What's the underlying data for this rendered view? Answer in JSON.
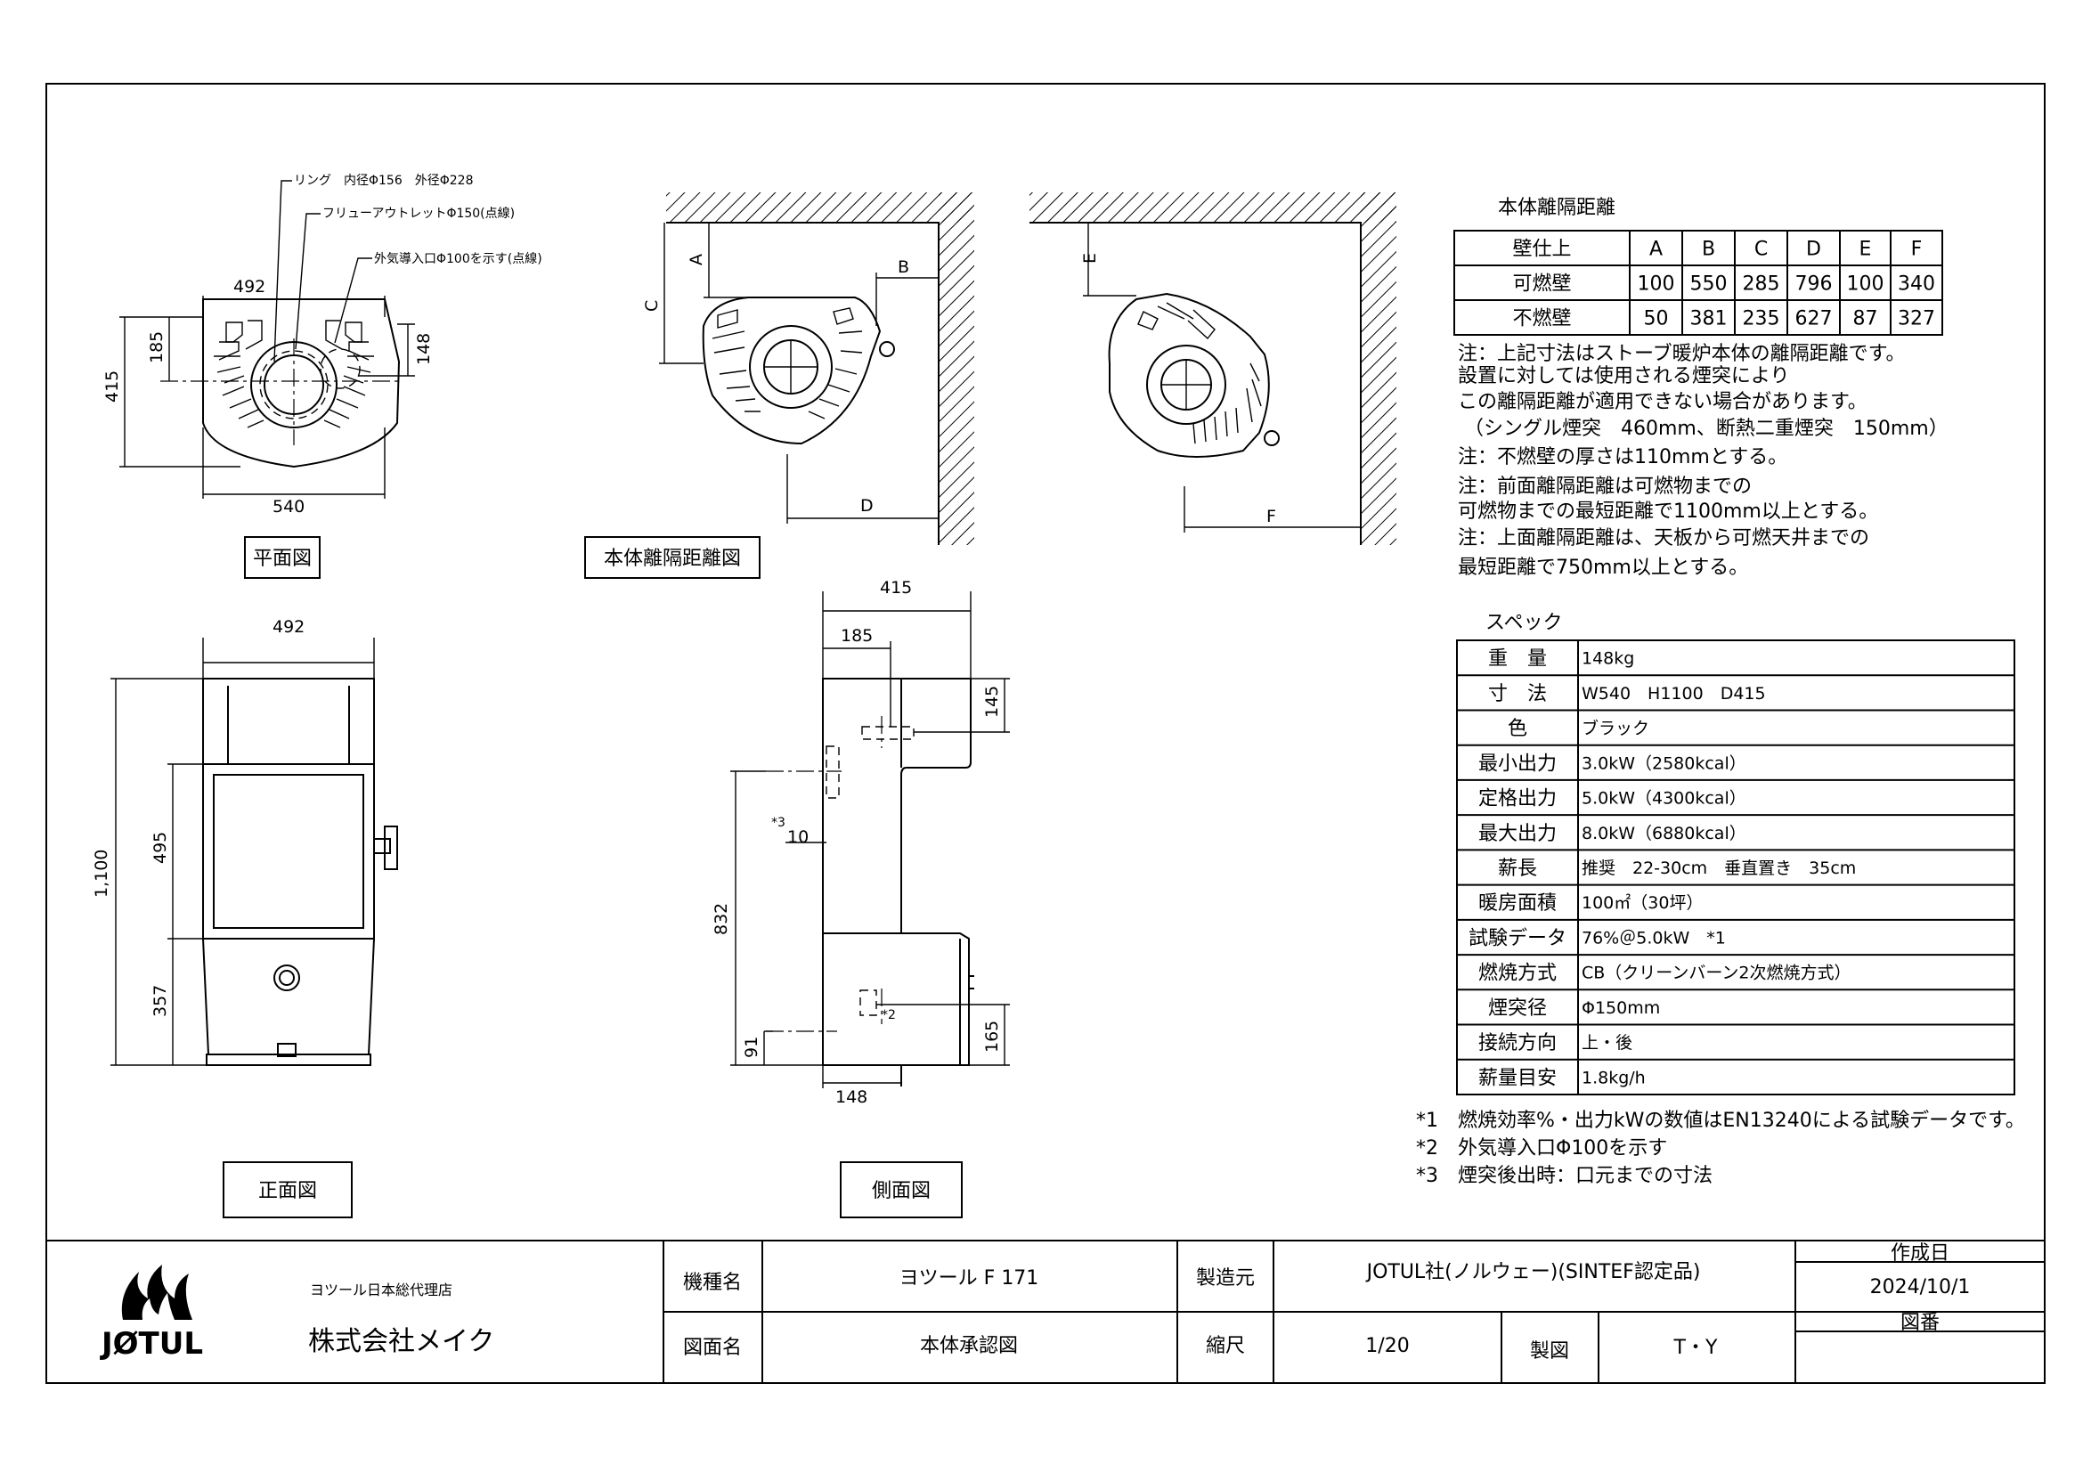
{
  "views": {
    "plan": "平面図",
    "clearance": "本体離隔距離図",
    "front": "正面図",
    "side": "側面図"
  },
  "plan_callouts": {
    "ring": "リング　内径Φ156　外径Φ228",
    "flue": "フリューアウトレットΦ150(点線)",
    "air": "外気導入口Φ100を示す(点線)"
  },
  "dims": {
    "plan_top": "492",
    "plan_bottom": "540",
    "plan_depth": "415",
    "plan_185": "185",
    "plan_148": "148",
    "front_width": "492",
    "front_height": "1,100",
    "front_495": "495",
    "front_357": "357",
    "side_415": "415",
    "side_185": "185",
    "side_145": "145",
    "side_832": "832",
    "side_10": "10",
    "side_ref3": "*3",
    "side_ref2": "*2",
    "side_91": "91",
    "side_165": "165",
    "side_148": "148"
  },
  "clearance_labels": {
    "a": "A",
    "b": "B",
    "c": "C",
    "d": "D",
    "e": "E",
    "f": "F"
  },
  "clearance_table": {
    "title": "本体離隔距離",
    "header": [
      "壁仕上",
      "A",
      "B",
      "C",
      "D",
      "E",
      "F"
    ],
    "rows": [
      [
        "可燃壁",
        "100",
        "550",
        "285",
        "796",
        "100",
        "340"
      ],
      [
        "不燃壁",
        "50",
        "381",
        "235",
        "627",
        "87",
        "327"
      ]
    ]
  },
  "notes": [
    "注：上記寸法はストーブ暖炉本体の離隔距離です。",
    "設置に対しては使用される煙突により",
    "この離隔距離が適用できない場合があります。",
    "（シングル煙突　460mm、断熱二重煙突　150mm）",
    "注：不燃壁の厚さは110mmとする。",
    "注：前面離隔距離は可燃物までの",
    "可燃物までの最短距離で1100mm以上とする。",
    "注：上面離隔距離は、天板から可燃天井までの",
    "最短距離で750mm以上とする。"
  ],
  "spec": {
    "title": "スペック",
    "rows": [
      [
        "重　量",
        "148kg"
      ],
      [
        "寸　法",
        "W540　H1100　D415"
      ],
      [
        "色",
        "ブラック"
      ],
      [
        "最小出力",
        "3.0kW（2580kcal）"
      ],
      [
        "定格出力",
        "5.0kW（4300kcal）"
      ],
      [
        "最大出力",
        "8.0kW（6880kcal）"
      ],
      [
        "薪長",
        "推奨　22-30cm　垂直置き　35cm"
      ],
      [
        "暖房面積",
        "100㎡（30坪）"
      ],
      [
        "試験データ",
        "76%＠5.0kW　*1"
      ],
      [
        "燃焼方式",
        "CB（クリーンバーン2次燃焼方式）"
      ],
      [
        "煙突径",
        "Φ150mm"
      ],
      [
        "接続方向",
        "上・後"
      ],
      [
        "薪量目安",
        "1.8kg/h"
      ]
    ]
  },
  "footnotes": [
    "*1　燃焼効率%・出力kWの数値はEN13240による試験データです。",
    "*2　外気導入口Φ100を示す",
    "*3　煙突後出時：口元までの寸法"
  ],
  "title_block": {
    "brand": "JØTUL",
    "agent": "ヨツール日本総代理店",
    "company": "株式会社メイク",
    "model_label": "機種名",
    "model": "ヨツール F 171",
    "maker_label": "製造元",
    "maker": "JOTUL社(ノルウェー)(SINTEF認定品)",
    "date_label": "作成日",
    "date": "2024/10/1",
    "drawing_label": "図面名",
    "drawing": "本体承認図",
    "scale_label": "縮尺",
    "scale": "1/20",
    "drafter_label": "製図",
    "drafter": "T・Y",
    "number_label": "図番",
    "number": ""
  }
}
